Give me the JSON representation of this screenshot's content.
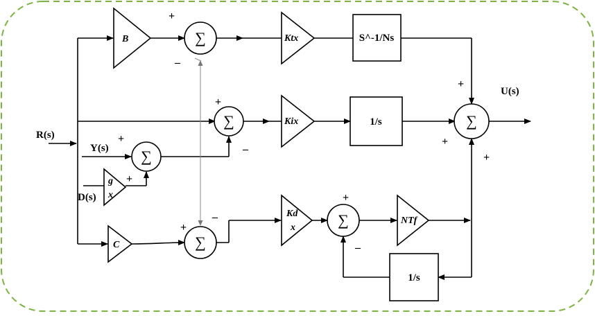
{
  "frame": {
    "border_color": "#7cb342"
  },
  "inputs": {
    "r": "R(s)",
    "y": "Y(s)",
    "d": "D(s)"
  },
  "output": {
    "u": "U(s)"
  },
  "gains": {
    "b": "B",
    "ktx": "Ktx",
    "kix": "Kix",
    "kd": "Kd",
    "kd_x": "x",
    "c": "C",
    "g": "g",
    "g_x": "x",
    "ntf": "NTf"
  },
  "blocks": {
    "deriv": "S^-1/Ns",
    "int_main": "1/s",
    "int_fb": "1/s"
  },
  "sum_symbol": "∑",
  "signs": {
    "s1_plus": "+",
    "s1_minus": "–",
    "s2_plus": "+",
    "s2_minus": "–",
    "s3_plus": "+",
    "s3_plus2": "+",
    "s4_plus": "+",
    "s4_minus": "–",
    "s5_plus": "+",
    "s5_minus": "–",
    "s6_top": "+",
    "s6_left": "+",
    "s6_bottom": "+"
  }
}
